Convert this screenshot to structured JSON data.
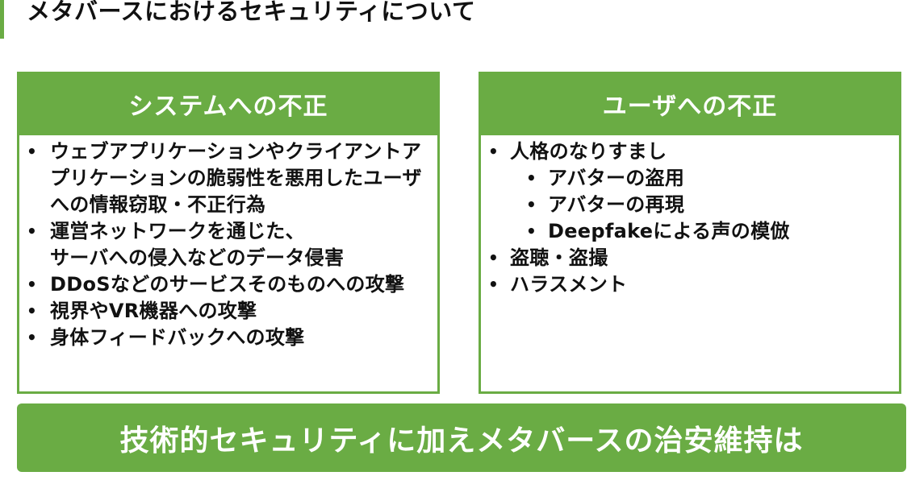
{
  "page": {
    "title": "メタバースにおけるセキュリティについて",
    "accent_color": "#6aac44"
  },
  "panels": {
    "system": {
      "header": "システムへの不正",
      "items": [
        {
          "bullet": "•",
          "text": "ウェブアプリケーションやクライアントアプリケーションの脆弱性を悪用したユーザへの情報窃取・不正行為"
        },
        {
          "bullet": "•",
          "text": "運営ネットワークを通じた、\nサーバへの侵入などのデータ侵害"
        },
        {
          "bullet": "•",
          "text": "DDoSなどのサービスそのものへの攻撃"
        },
        {
          "bullet": "•",
          "text": "視界やVR機器への攻撃"
        },
        {
          "bullet": "•",
          "text": "身体フィードバックへの攻撃"
        }
      ]
    },
    "user": {
      "header": "ユーザへの不正",
      "items": [
        {
          "bullet": "•",
          "text": "人格のなりすまし",
          "level": 1
        },
        {
          "bullet": "•",
          "text": "アバターの盗用",
          "level": 2
        },
        {
          "bullet": "•",
          "text": "アバターの再現",
          "level": 2
        },
        {
          "bullet": "•",
          "text": "Deepfakeによる声の模倣",
          "level": 2
        },
        {
          "bullet": "•",
          "text": "盗聴・盗撮",
          "level": 1
        },
        {
          "bullet": "•",
          "text": "ハラスメント",
          "level": 1
        }
      ]
    }
  },
  "banner": {
    "text": "技術的セキュリティに加えメタバースの治安維持は"
  }
}
